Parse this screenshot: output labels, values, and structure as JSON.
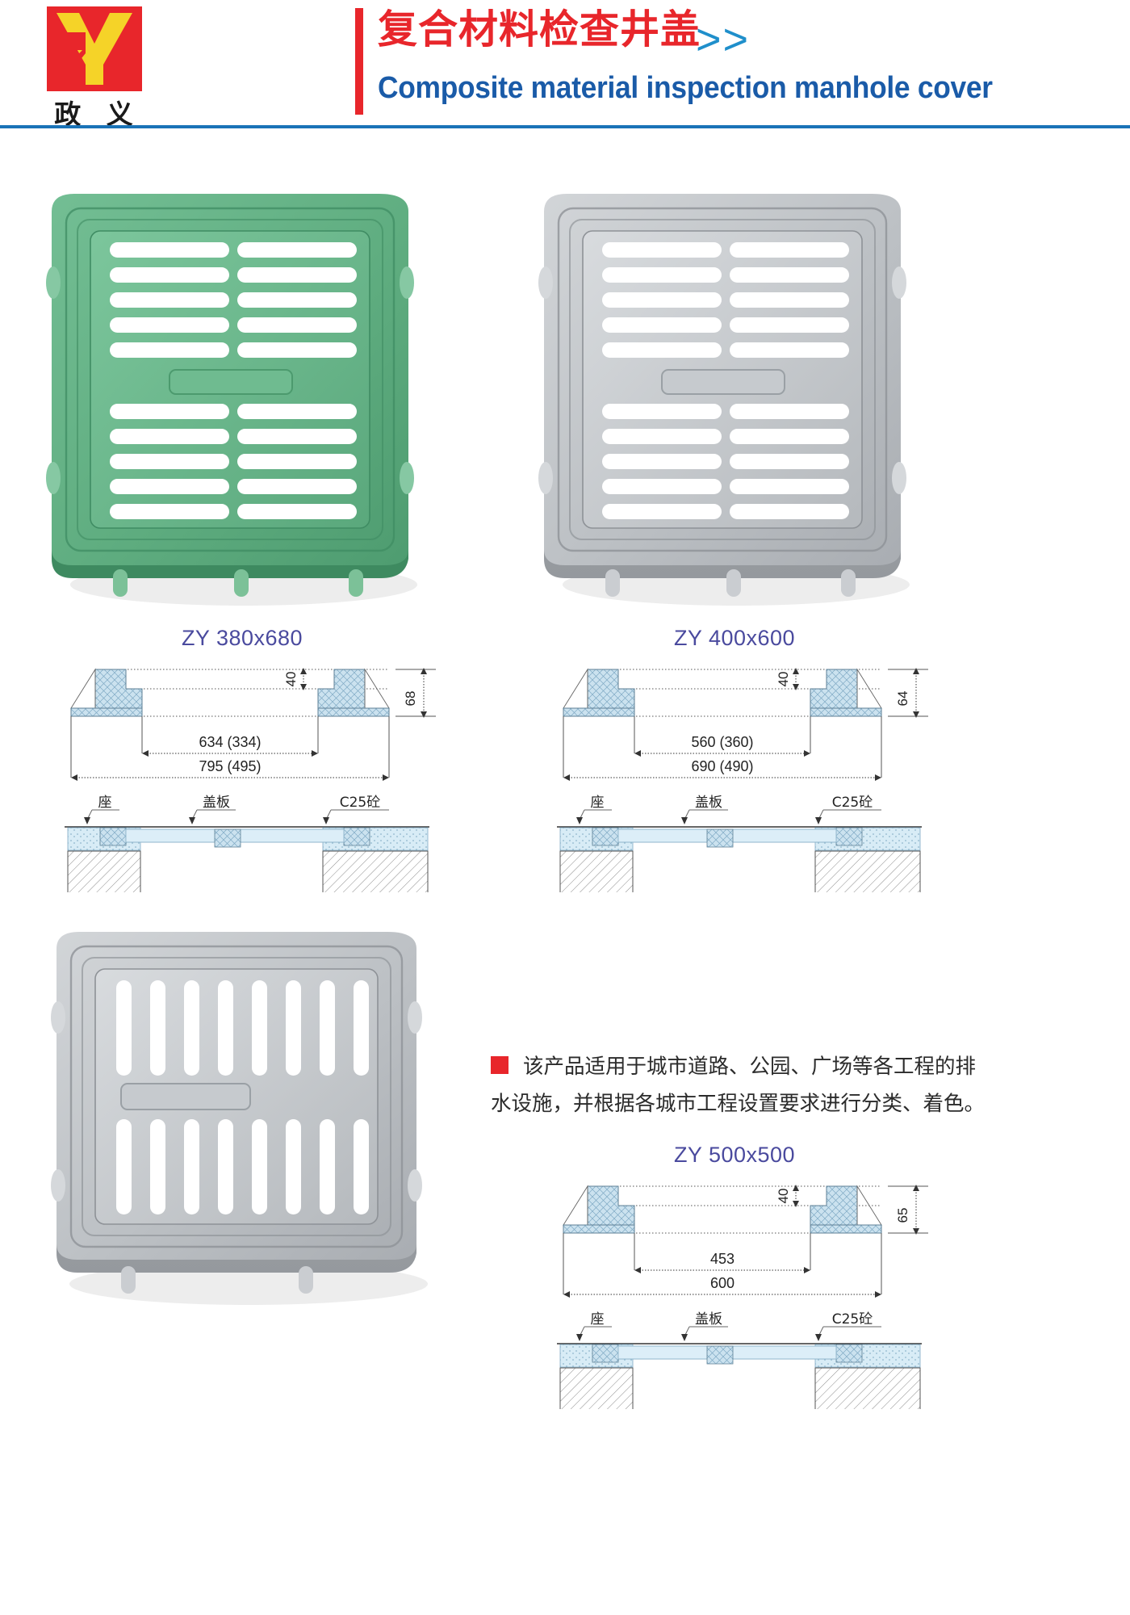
{
  "header": {
    "logo": {
      "letter_icon": "Y-monogram",
      "company_cn": "政 义"
    },
    "title_cn": "复合材料检查井盖",
    "chevrons": ">>",
    "title_en": "Composite material inspection manhole cover",
    "accent_red": "#E8262B",
    "accent_blue": "#1A5BA8",
    "rule_blue": "#1A73B7"
  },
  "products": [
    {
      "id": "zy-380x680",
      "label": "ZY 380x680",
      "cover_color": "green",
      "cover_hex": "#5FAD80",
      "slot_rows": 10,
      "slot_cols": 2,
      "dims": {
        "height_total": "68",
        "frame_depth": "40",
        "inner_span": "634 (334)",
        "outer_span": "795 (495)"
      },
      "callouts": {
        "seat": "座",
        "cover_plate": "盖板",
        "concrete": "C25砼"
      }
    },
    {
      "id": "zy-400x600",
      "label": "ZY 400x600",
      "cover_color": "grey",
      "cover_hex": "#B9BCC0",
      "slot_rows": 10,
      "slot_cols": 2,
      "dims": {
        "height_total": "64",
        "frame_depth": "40",
        "inner_span": "560 (360)",
        "outer_span": "690 (490)"
      },
      "callouts": {
        "seat": "座",
        "cover_plate": "盖板",
        "concrete": "C25砼"
      }
    },
    {
      "id": "zy-500x500",
      "label": "ZY 500x500",
      "cover_color": "grey",
      "cover_hex": "#B9BCC0",
      "slot_rows": 2,
      "slot_cols": 8,
      "dims": {
        "height_total": "65",
        "frame_depth": "40",
        "inner_span": "453",
        "outer_span": "600"
      },
      "callouts": {
        "seat": "座",
        "cover_plate": "盖板",
        "concrete": "C25砼"
      }
    }
  ],
  "description": {
    "line1": "该产品适用于城市道路、公园、广场等各工程的排",
    "line2": "水设施，并根据各城市工程设置要求进行分类、着色。"
  }
}
